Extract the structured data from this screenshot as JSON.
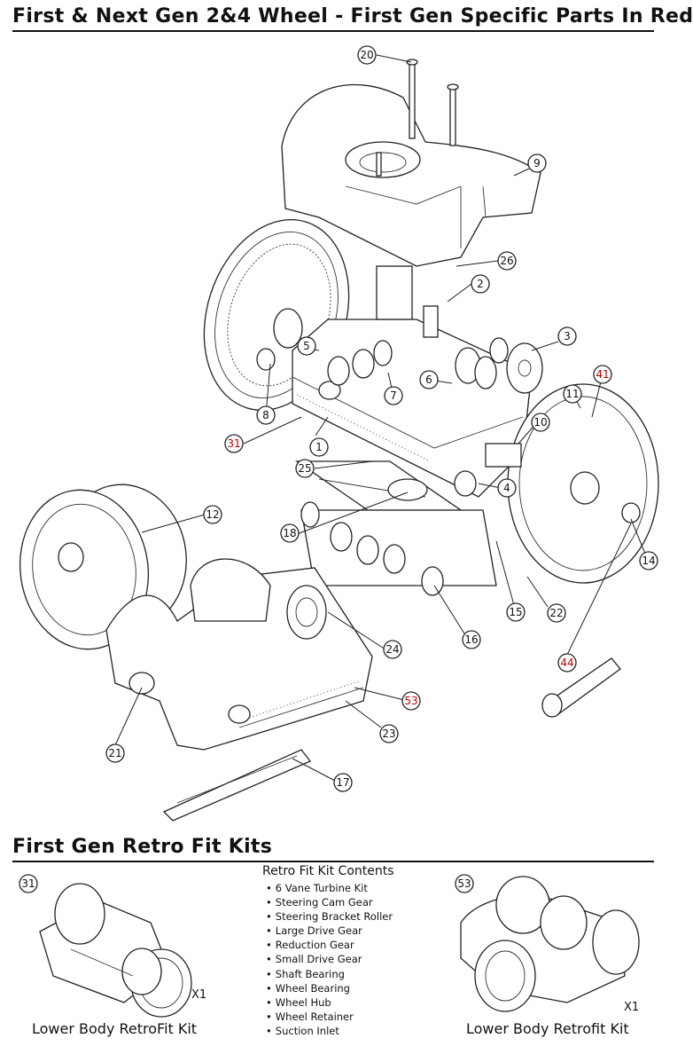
{
  "title": "First & Next Gen 2&4 Wheel - First Gen Specific Parts In Red",
  "section_title": "First Gen Retro Fit Kits",
  "callouts": {
    "c20": "20",
    "c9": "9",
    "c26": "26",
    "c2": "2",
    "c3": "3",
    "c5": "5",
    "c7": "7",
    "c6": "6",
    "c8": "8",
    "c41": "41",
    "c11": "11",
    "c10": "10",
    "c31": "31",
    "c1": "1",
    "c25": "25",
    "c4": "4",
    "c12": "12",
    "c18": "18",
    "c14": "14",
    "c15": "15",
    "c22": "22",
    "c24": "24",
    "c16": "16",
    "c44": "44",
    "c53": "53",
    "c23": "23",
    "c21": "21",
    "c17": "17"
  },
  "red_parts": [
    "41",
    "31",
    "44",
    "53"
  ],
  "kit_left": {
    "number": "31",
    "qty": "X1",
    "caption": "Lower Body RetroFit Kit"
  },
  "kit_right": {
    "number": "53",
    "qty": "X1",
    "caption": "Lower Body Retrofit Kit"
  },
  "kit_contents": {
    "title": "Retro Fit Kit Contents",
    "items": [
      "6 Vane Turbine Kit",
      "Steering Cam Gear",
      "Steering Bracket Roller",
      "Large Drive Gear",
      "Reduction Gear",
      "Small Drive Gear",
      "Shaft Bearing",
      "Wheel Bearing",
      "Wheel Hub",
      "Wheel Retainer",
      "Suction Inlet"
    ]
  },
  "colors": {
    "highlight": "#c00000",
    "line": "#222222"
  }
}
